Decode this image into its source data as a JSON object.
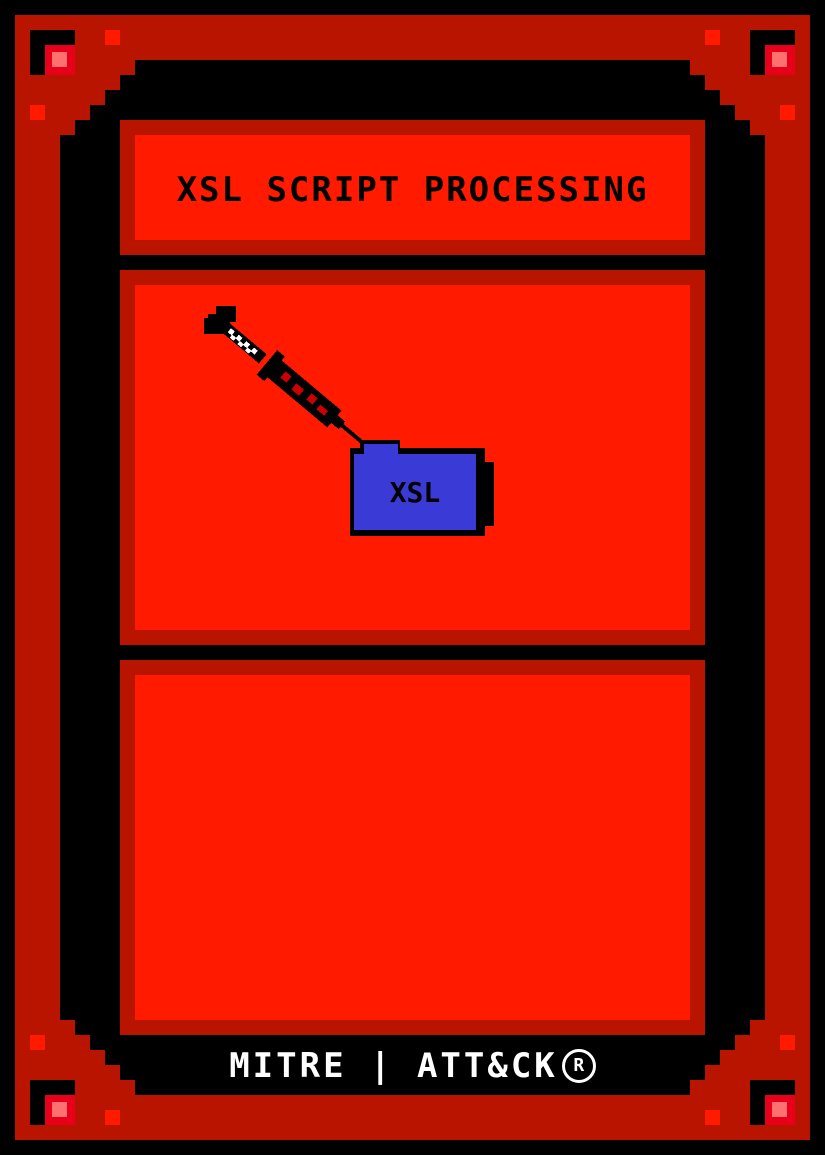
{
  "card": {
    "title": "XSL SCRIPT PROCESSING",
    "art_label": "XSL",
    "footer_brand": "MITRE | ATT&CK",
    "footer_mark": "R",
    "art_icons": [
      "syringe-icon",
      "folder-icon"
    ],
    "colors": {
      "frame": "#b81400",
      "panel_fill": "#ff1a00",
      "folder": "#3a3ad6",
      "background": "#000000"
    }
  }
}
